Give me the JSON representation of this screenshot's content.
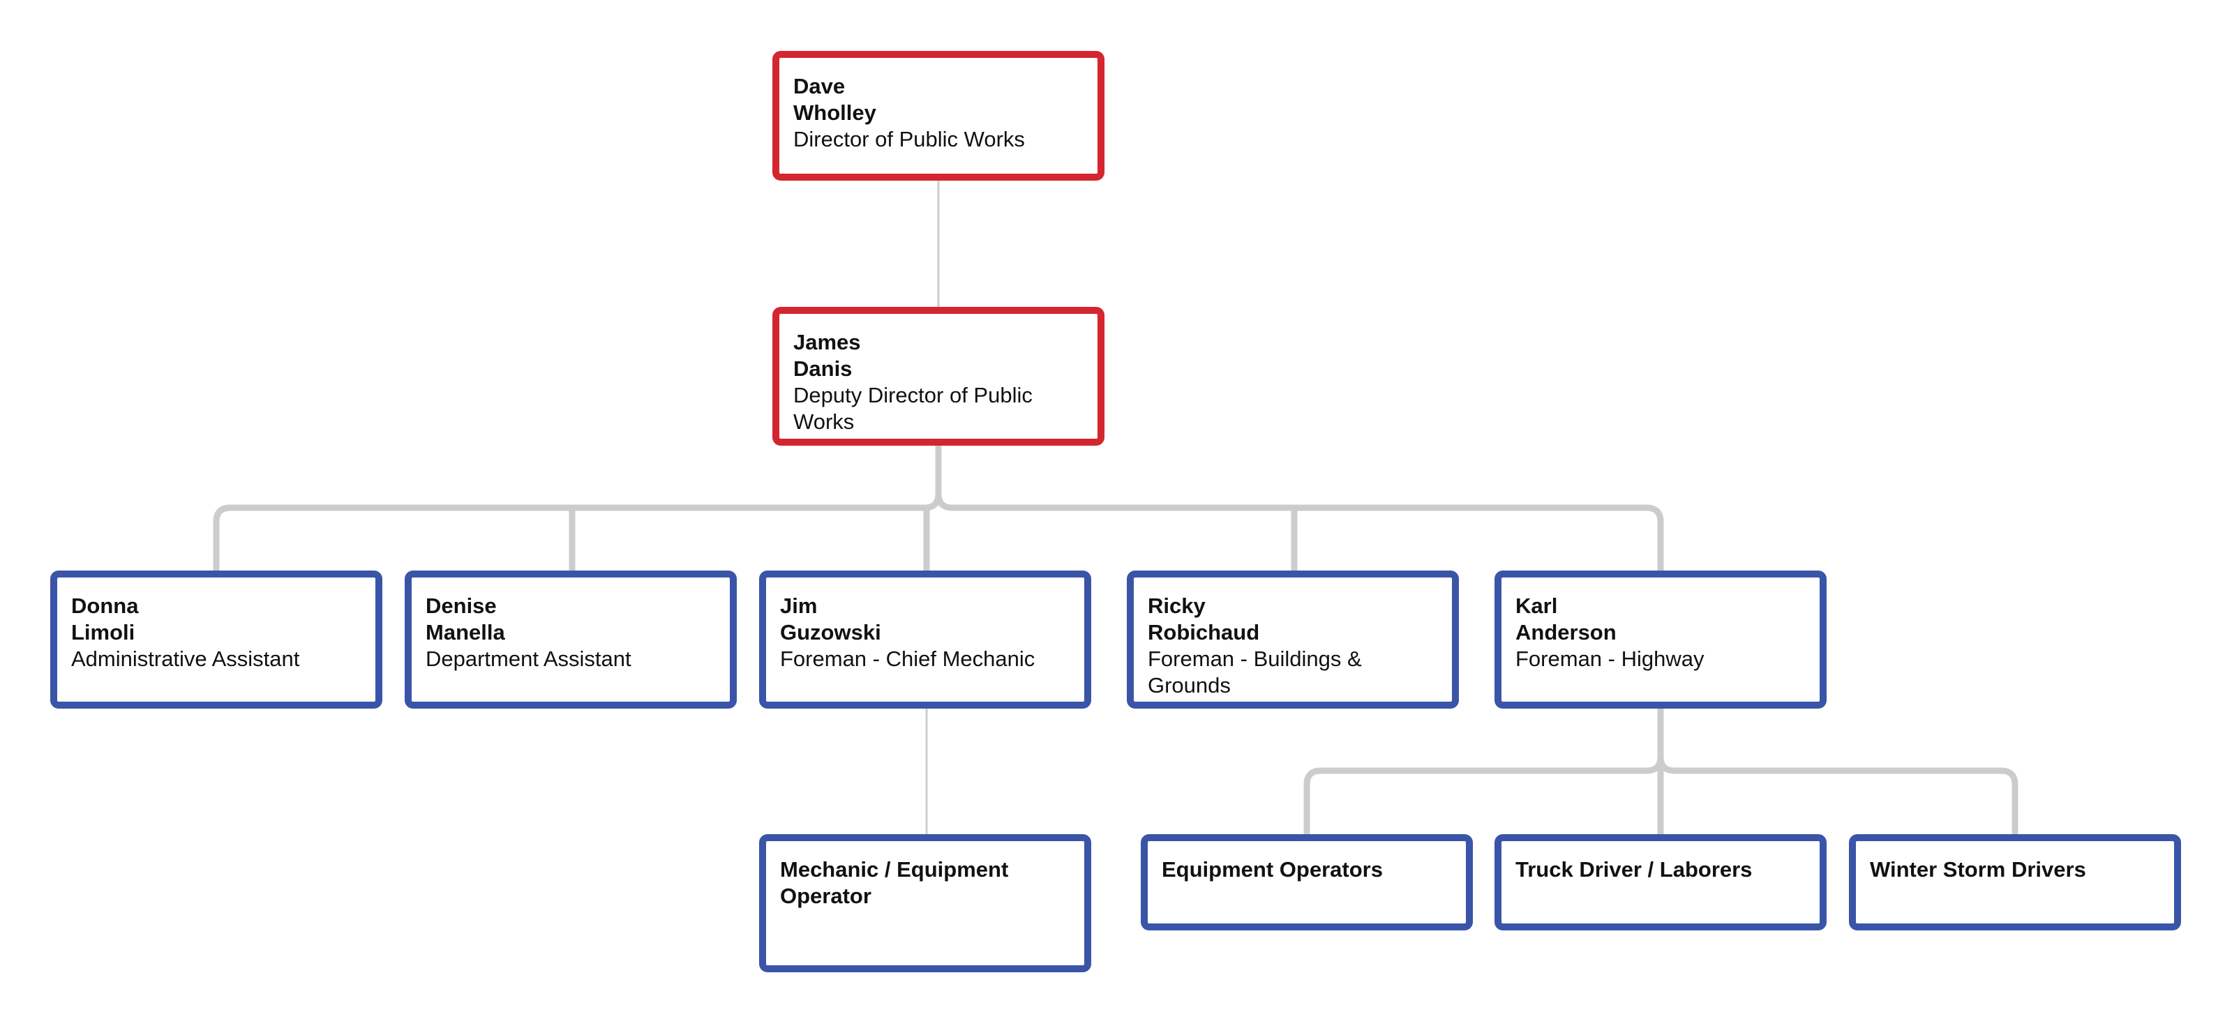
{
  "org_chart": {
    "director": {
      "first": "Dave",
      "last": "Wholley",
      "role": "Director of Public Works"
    },
    "deputy": {
      "first": "James",
      "last": "Danis",
      "role": "Deputy Director of Public Works"
    },
    "staff": [
      {
        "first": "Donna",
        "last": "Limoli",
        "role": "Administrative Assistant"
      },
      {
        "first": "Denise",
        "last": "Manella",
        "role": "Department Assistant"
      },
      {
        "first": "Jim",
        "last": "Guzowski",
        "role": "Foreman - Chief Mechanic"
      },
      {
        "first": "Ricky",
        "last": "Robichaud",
        "role": "Foreman - Buildings & Grounds"
      },
      {
        "first": "Karl",
        "last": "Anderson",
        "role": "Foreman - Highway"
      }
    ],
    "mechanic_team": {
      "label": "Mechanic / Equipment Operator"
    },
    "highway_teams": [
      {
        "label": "Equipment Operators"
      },
      {
        "label": "Truck Driver / Laborers"
      },
      {
        "label": "Winter Storm Drivers"
      }
    ]
  },
  "colors": {
    "executive_border": "#d4262e",
    "staff_border": "#3a55a8",
    "connector": "#cccccc"
  }
}
